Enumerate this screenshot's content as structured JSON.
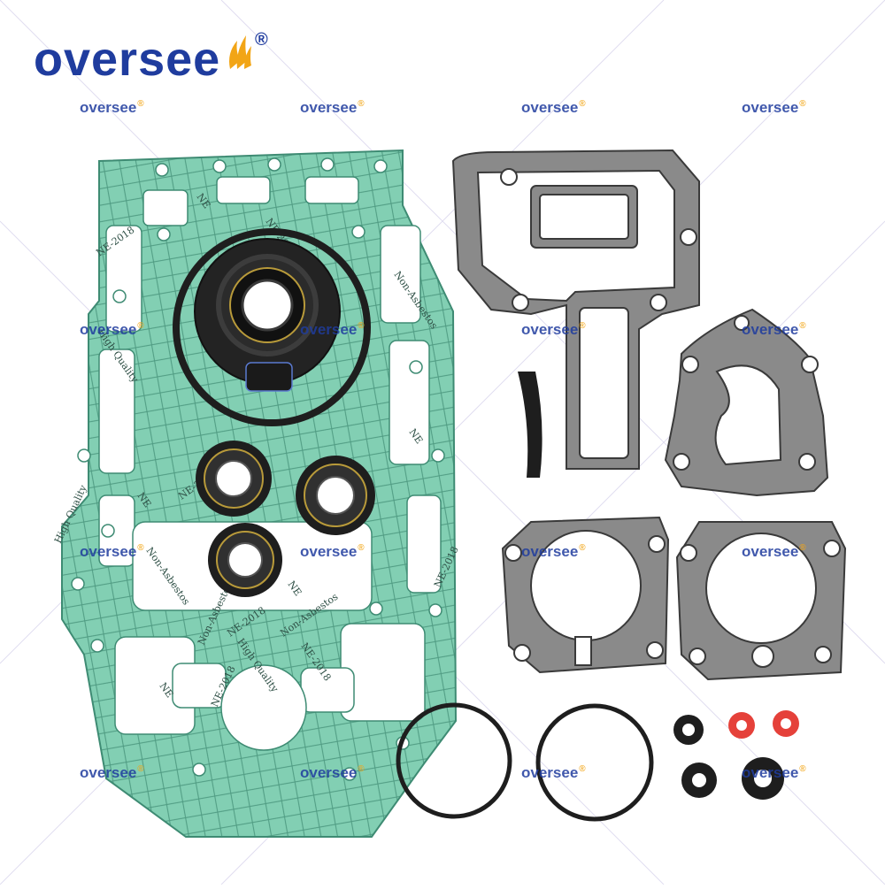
{
  "brand": {
    "name": "oversee",
    "registered_mark": "®",
    "color": "#1f3c9e",
    "accent_color": "#f2a516"
  },
  "watermark": {
    "text": "oversee",
    "mark": "®",
    "color": "#1f3c9e",
    "accent_color": "#f2a516"
  },
  "gasket_print": {
    "code": "NE-2018",
    "brand": "NE",
    "quality": "High Quality",
    "material": "Non-Asbestos"
  },
  "colors": {
    "background": "#ffffff",
    "green_gasket": "#82cfb3",
    "green_gasket_edge": "#3e8b73",
    "gray_gasket": "#8a8a8a",
    "gray_gasket_edge": "#3a3a3a",
    "rubber": "#1e1e1e",
    "seal_spring": "#b89a3a",
    "red_washer": "#e5413a",
    "grid_line": "#d4d0ea"
  }
}
